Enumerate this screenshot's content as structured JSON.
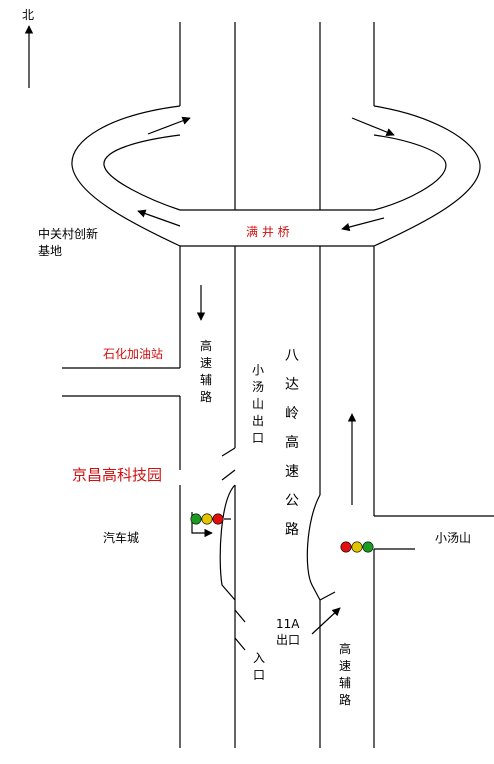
{
  "north_label": "北",
  "bridge": "满 井 桥",
  "zhongguancun": [
    "中关村创新",
    "基地"
  ],
  "gas_station": "石化加油站",
  "aux_road_top": "高速辅路",
  "xiaotangshan_exit_top": "小汤山出口",
  "expressway": "八达岭高速公路",
  "tech_park": "京昌高科技园",
  "car_city": "汽车城",
  "xiaotangshan": "小汤山",
  "exit_11a": [
    "11A",
    "出口"
  ],
  "entrance": "入口",
  "aux_road_bottom": "高速辅路",
  "colors": {
    "line": "#000000",
    "red_text": "#d01010",
    "light_green": "#1a9b22",
    "light_yellow": "#e3c400",
    "light_red": "#e01010"
  }
}
